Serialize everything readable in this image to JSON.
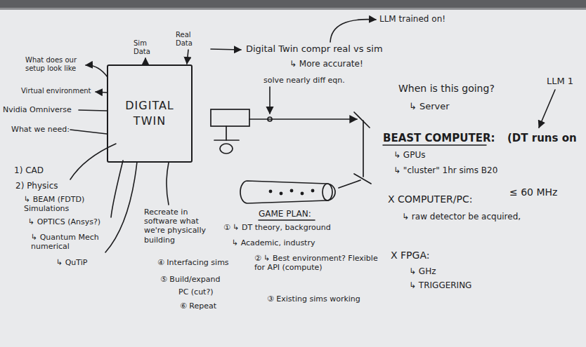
{
  "diagram": {
    "nodes": [
      {
        "text": [
          "DIGITAL TWIN"
        ]
      }
    ],
    "labels": [
      "What does our setup look like",
      "Sim Data",
      "Real Data",
      "Digital Twin compr real vs sim",
      "LLM trained on!",
      "↳ More accurate!",
      "Virtual environment",
      "Nvidia Omniverse",
      "What we need:",
      "1) CAD",
      "2) Physics",
      "↳ BEAM (FDTD) Simulations",
      "↳ OPTICS (Ansys?)",
      "↳ Quantum Mech numerical",
      "↳ QuTiP",
      "Recreate in software what we're physically building",
      "solve nearly diff eqn.",
      "When is this going?",
      "↳ Server",
      "LLM 1",
      "BEAST COMPUTER:",
      "(DT runs on",
      "↳ GPUs",
      "↳ \"cluster\" 1hr sims B20",
      "X COMPUTER/PC:",
      "≤ 60 MHz",
      "↳ raw detector be acquired,",
      "X FPGA:",
      "↳ GHz",
      "↳ TRIGGERING",
      "GAME PLAN:",
      "① ↳ DT theory, background",
      "↳ Academic, industry",
      "② ↳ Best environment? Flexible for API (compute)",
      "③ Existing sims working",
      "④ Interfacing sims",
      "⑤ Build/expand",
      "PC (cut?)",
      "⑥ Repeat"
    ]
  }
}
